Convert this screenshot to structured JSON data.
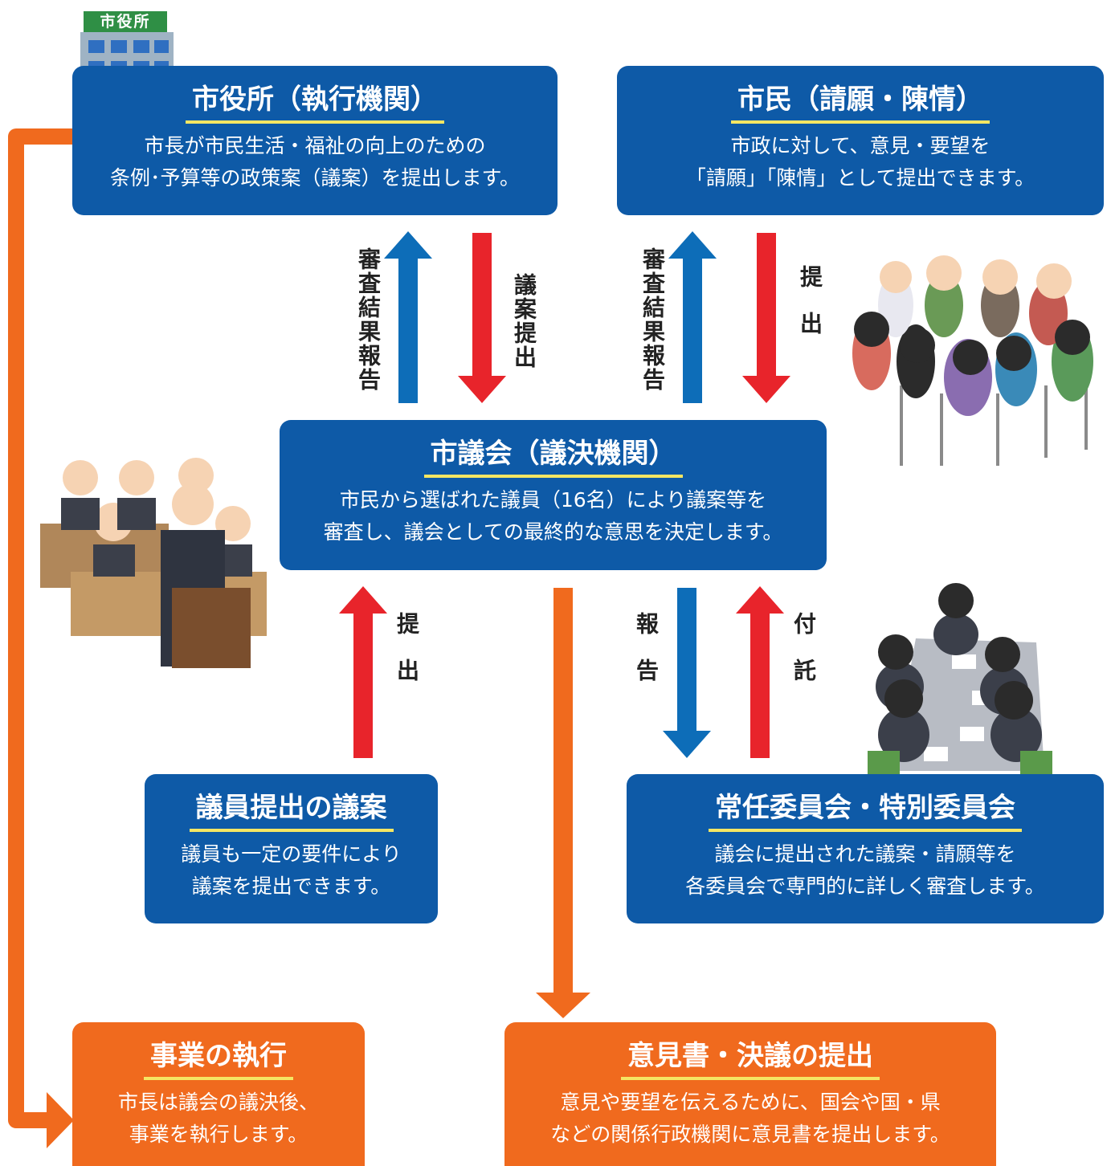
{
  "cityhall": {
    "sign": "市役所",
    "title": "市役所（執行機関）",
    "line1": "市長が市民生活・福祉の向上のための",
    "line2": "条例･予算等の政策案（議案）を提出します。"
  },
  "citizens": {
    "title": "市民（請願・陳情）",
    "line1": "市政に対して、意見・要望を",
    "line2": "「請願」「陳情」として提出できます。"
  },
  "council": {
    "title": "市議会（議決機関）",
    "line1": "市民から選ばれた議員（16名）により議案等を",
    "line2": "審査し、議会としての最終的な意思を決定します。"
  },
  "member_bill": {
    "title": "議員提出の議案",
    "line1": "議員も一定の要件により",
    "line2": "議案を提出できます。"
  },
  "committee": {
    "title": "常任委員会・特別委員会",
    "line1": "議会に提出された議案・請願等を",
    "line2": "各委員会で専門的に詳しく審査します。"
  },
  "execution": {
    "title": "事業の執行",
    "line1": "市長は議会の議決後、",
    "line2": "事業を執行します。"
  },
  "opinion": {
    "title": "意見書・決議の提出",
    "line1": "意見や要望を伝えるために、国会や国・県",
    "line2": "などの関係行政機関に意見書を提出します。"
  },
  "arrows": {
    "review_report_1": "審査結果報告",
    "bill_submit": "議案提出",
    "review_report_2": "審査結果報告",
    "submit_1": "提出",
    "submit_2": "提出",
    "report": "報告",
    "entrust": "付託"
  },
  "colors": {
    "box_blue": "#0e5aa7",
    "box_orange": "#f06a1e",
    "arrow_blue": "#0d6db8",
    "arrow_red": "#e8242b",
    "underline": "#f5e663"
  }
}
